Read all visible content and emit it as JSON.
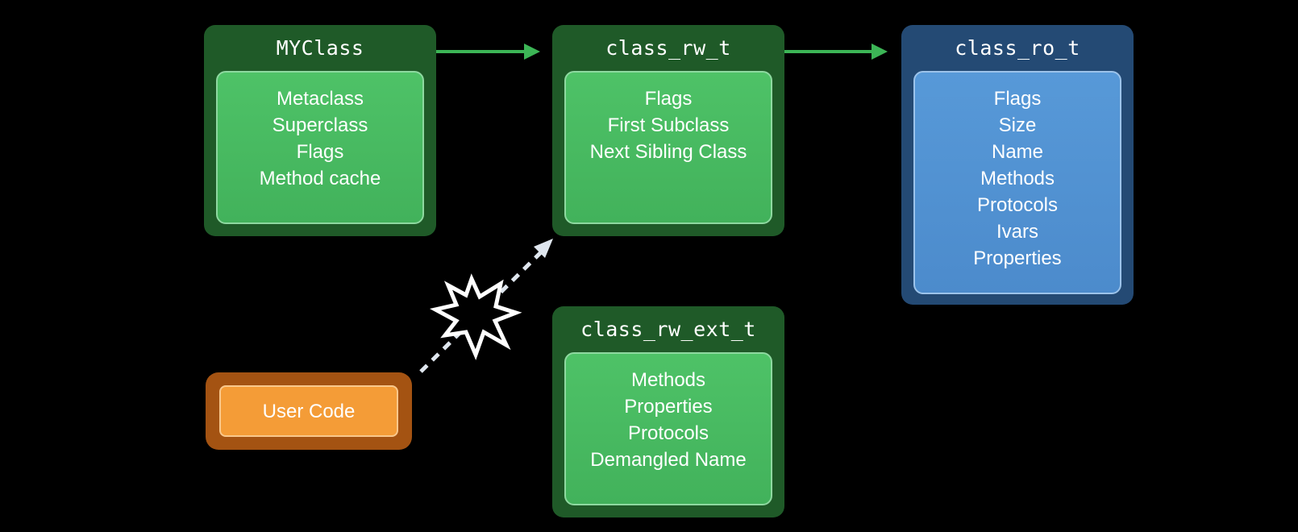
{
  "colors": {
    "background": "#000000",
    "arrow_green": "#3cb556",
    "dashed_arrow": "#dfe6ee",
    "burst_fill": "#000000",
    "burst_stroke": "#ffffff"
  },
  "nodes": {
    "myclass": {
      "title": "MYClass",
      "fields": [
        "Metaclass",
        "Superclass",
        "Flags",
        "Method cache"
      ]
    },
    "class_rw": {
      "title": "class_rw_t",
      "fields": [
        "Flags",
        "First Subclass",
        "Next Sibling Class"
      ]
    },
    "class_ro": {
      "title": "class_ro_t",
      "fields": [
        "Flags",
        "Size",
        "Name",
        "Methods",
        "Protocols",
        "Ivars",
        "Properties"
      ]
    },
    "class_rw_ext": {
      "title": "class_rw_ext_t",
      "fields": [
        "Methods",
        "Properties",
        "Protocols",
        "Demangled Name"
      ]
    },
    "user_code": {
      "label": "User Code"
    }
  },
  "edges": [
    {
      "from": "MYClass",
      "to": "class_rw_t",
      "style": "solid"
    },
    {
      "from": "class_rw_t",
      "to": "class_ro_t",
      "style": "solid"
    },
    {
      "from": "User Code",
      "to": "class_rw_t",
      "style": "dashed",
      "icon": "explosion-icon"
    }
  ]
}
